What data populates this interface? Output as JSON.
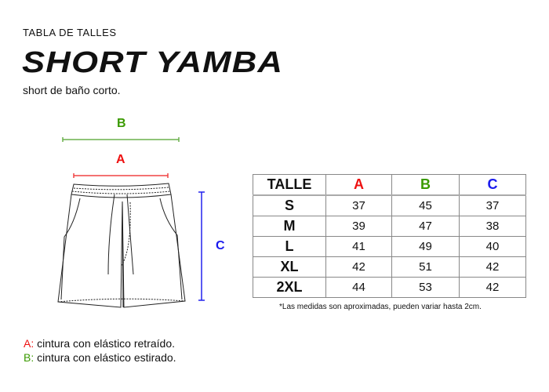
{
  "header": {
    "kicker": "TABLA DE TALLES",
    "title": "SHORT YAMBA",
    "subtitle": "short de baño corto."
  },
  "diagram": {
    "label_a": "A",
    "label_b": "B",
    "label_c": "C"
  },
  "colors": {
    "a": "#ee1111",
    "b": "#3a9a00",
    "c": "#1a1aee"
  },
  "table": {
    "headers": [
      "TALLE",
      "A",
      "B",
      "C"
    ],
    "rows": [
      {
        "size": "S",
        "a": "37",
        "b": "45",
        "c": "37"
      },
      {
        "size": "M",
        "a": "39",
        "b": "47",
        "c": "38"
      },
      {
        "size": "L",
        "a": "41",
        "b": "49",
        "c": "40"
      },
      {
        "size": "XL",
        "a": "42",
        "b": "51",
        "c": "42"
      },
      {
        "size": "2XL",
        "a": "44",
        "b": "53",
        "c": "42"
      }
    ]
  },
  "note": "*Las medidas son aproximadas, pueden variar hasta 2cm.",
  "legend": [
    {
      "key": "A:",
      "text": " cintura con elástico retraído."
    },
    {
      "key": "B:",
      "text": " cintura con elástico estirado."
    }
  ]
}
